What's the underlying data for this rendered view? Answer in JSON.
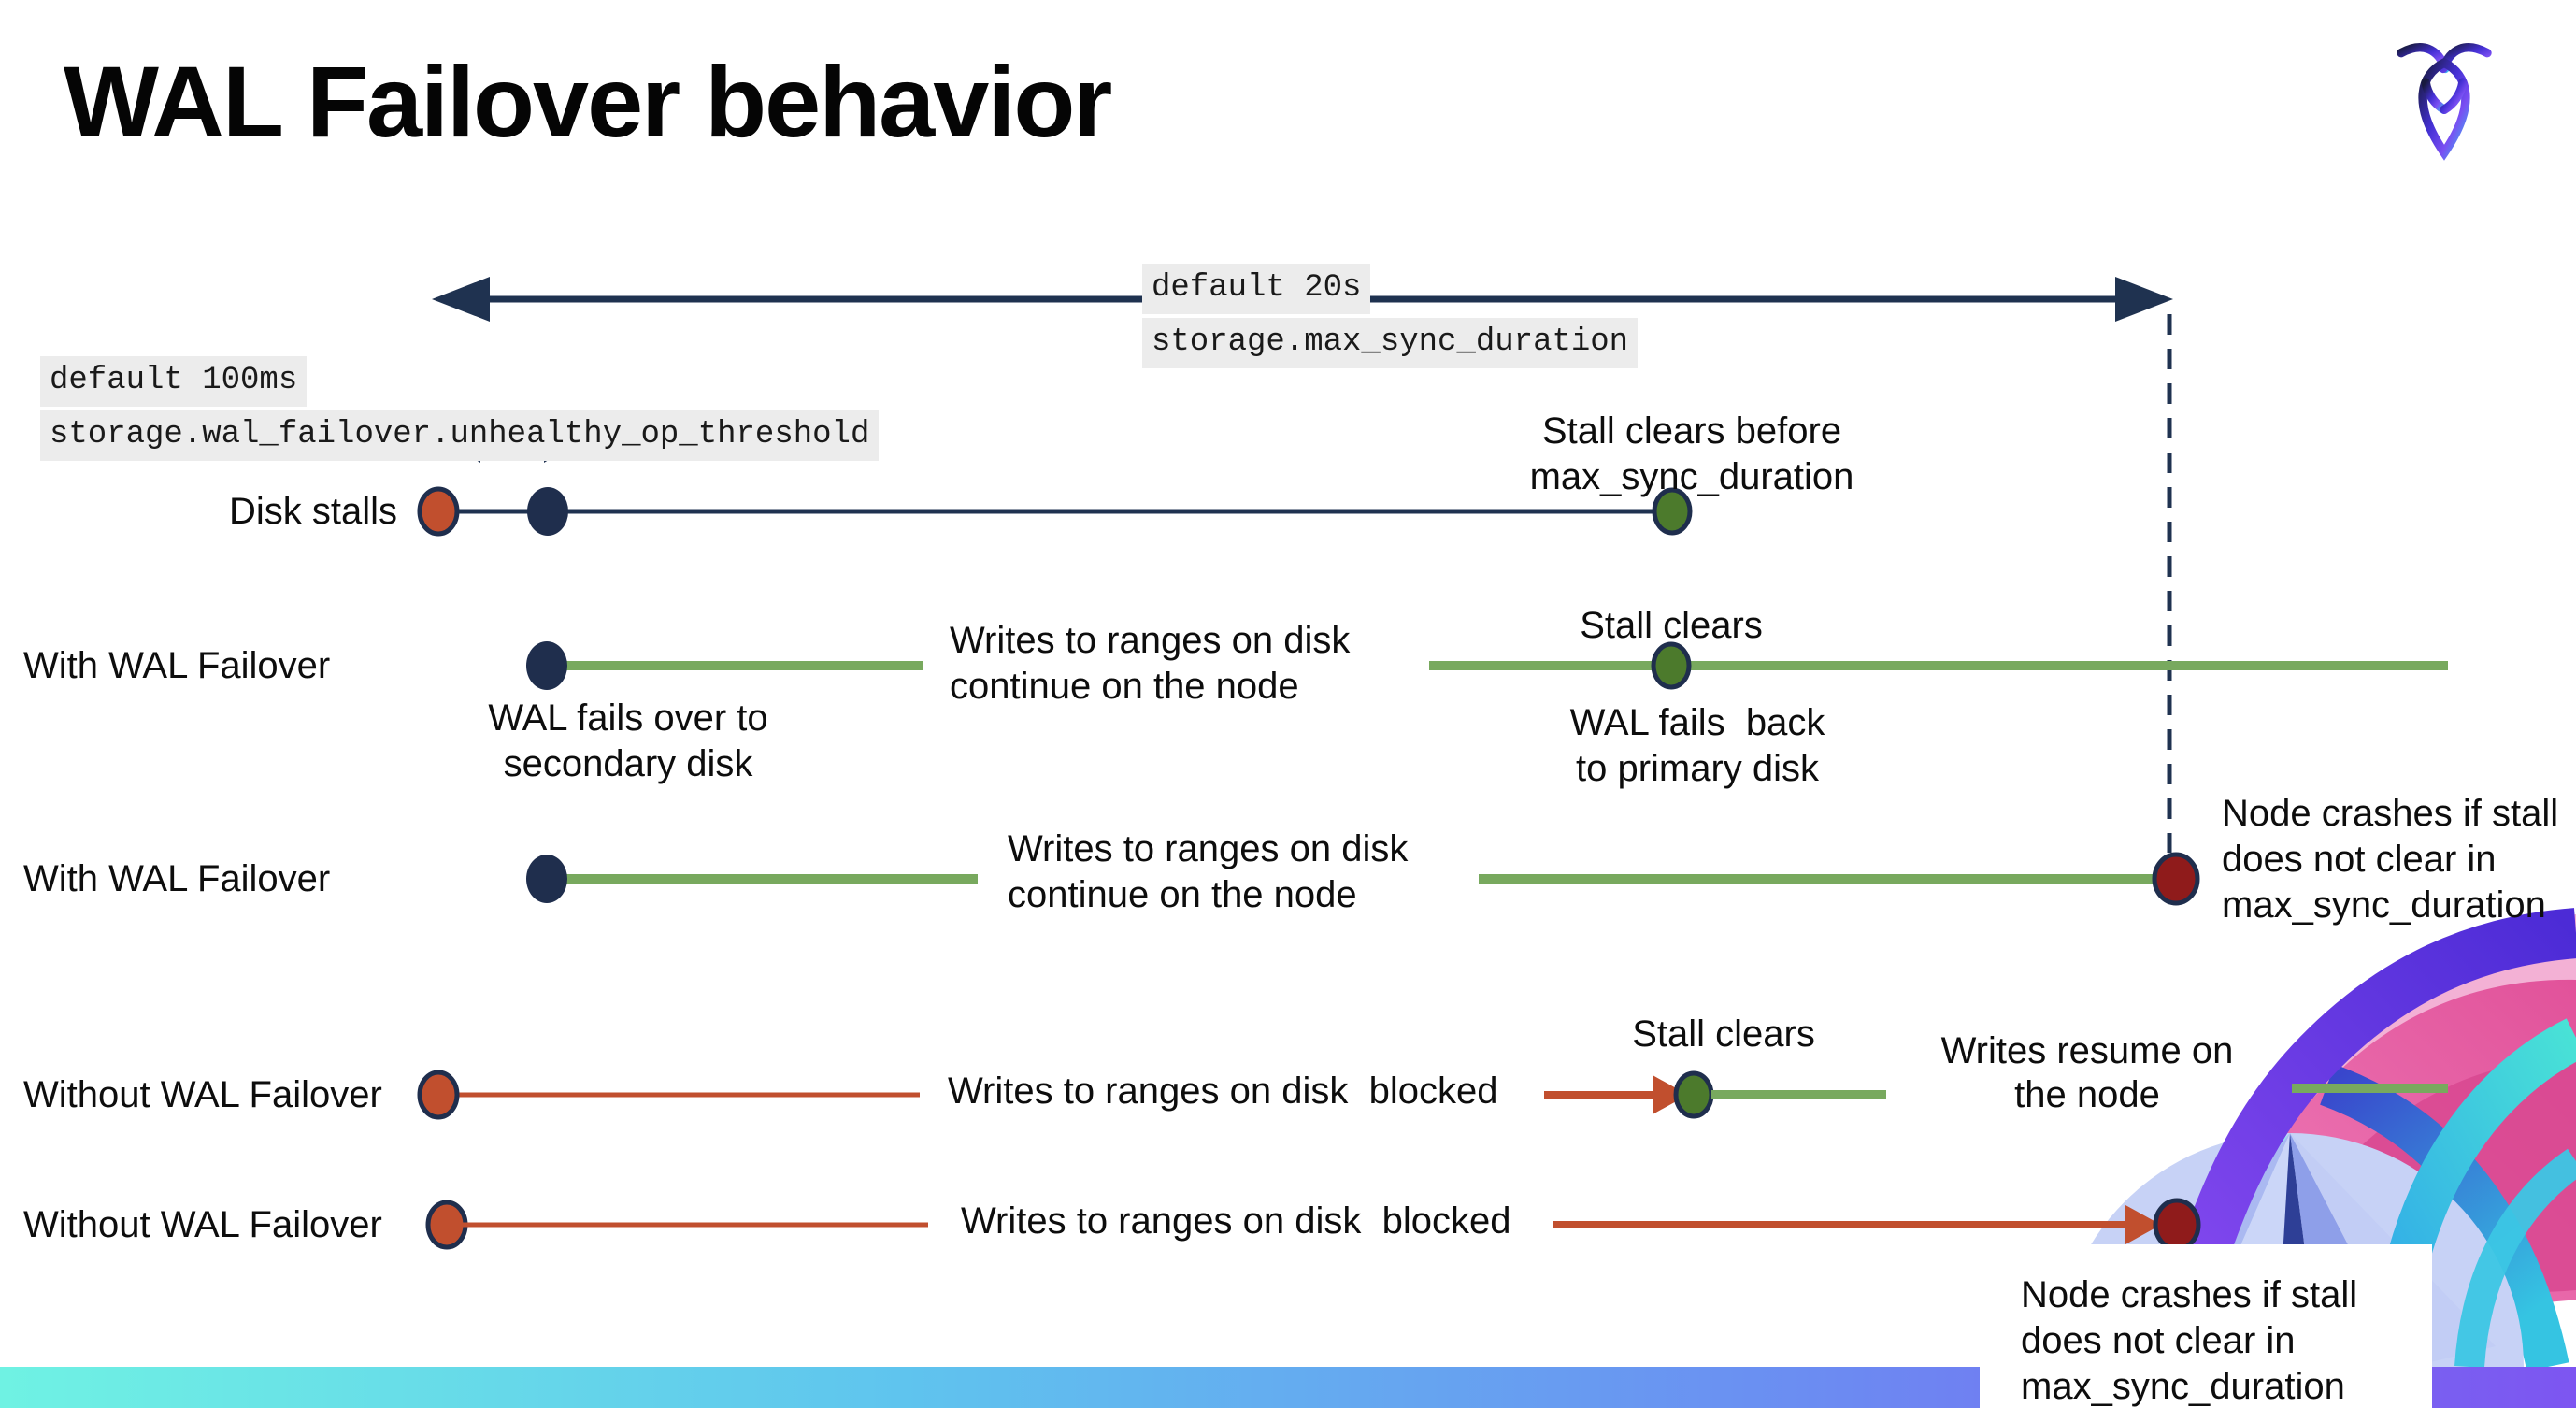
{
  "title": "WAL Failover behavior",
  "logo": {
    "name": "cockroachdb-logo"
  },
  "config_labels": {
    "max_sync_duration": {
      "line1": "default 20s",
      "line2": "storage.max_sync_duration"
    },
    "unhealthy_op_threshold": {
      "line1": "default 100ms",
      "line2": "storage.wal_failover.unhealthy_op_threshold"
    }
  },
  "rows": [
    {
      "label": "Disk stalls"
    },
    {
      "label": "With WAL Failover"
    },
    {
      "label": "With WAL Failover"
    },
    {
      "label": "Without WAL Failover"
    },
    {
      "label": "Without WAL Failover"
    }
  ],
  "notes": {
    "stall_clears_before": "Stall clears before\nmax_sync_duration",
    "writes_continue_1": "Writes to ranges on disk\ncontinue on the node",
    "stall_clears_1": "Stall clears",
    "wal_fails_over": "WAL fails over to\nsecondary disk",
    "wal_fails_back": "WAL fails  back\nto primary disk",
    "writes_continue_2": "Writes to ranges on disk\ncontinue on the node",
    "node_crashes_right": "Node crashes if stall\ndoes not clear in\nmax_sync_duration",
    "writes_blocked_1": "Writes to ranges on disk  blocked",
    "stall_clears_2": "Stall clears",
    "writes_resume": "Writes resume on\nthe node",
    "writes_blocked_2": "Writes to ranges on disk  blocked",
    "node_crashes_bottom": "Node crashes if stall\ndoes not clear in\nmax_sync_duration"
  },
  "colors": {
    "navy": "#1f3250",
    "navy_dot": "#1f2e4d",
    "green_line": "#78a95e",
    "green_dot": "#4c7a2c",
    "orange_red": "#c14f2e",
    "dark_red": "#8f1b1b",
    "label_highlight": "#ececec",
    "bar_gradient": [
      "#6ff2e3",
      "#5fc4ee",
      "#6b8df2",
      "#7d55f1"
    ]
  }
}
